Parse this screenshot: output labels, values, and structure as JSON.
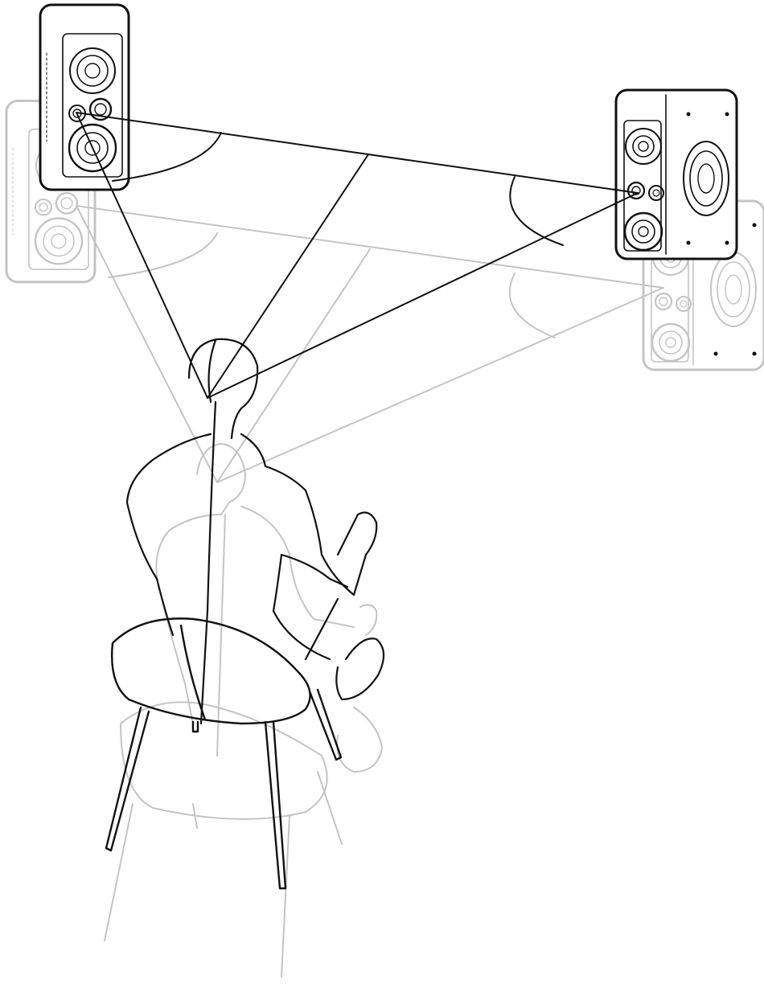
{
  "diagram": {
    "kind": "stereo-listening-triangle",
    "colors": {
      "foreground": "#111111",
      "ghost": "#c4c4c4",
      "background": "#ffffff"
    },
    "scenes": [
      "listener-with-speakers-raised",
      "listener-with-speakers-lowered"
    ],
    "icons": {
      "speaker": "studio-monitor-icon",
      "listener": "seated-person-icon",
      "chair": "chair-icon"
    }
  }
}
